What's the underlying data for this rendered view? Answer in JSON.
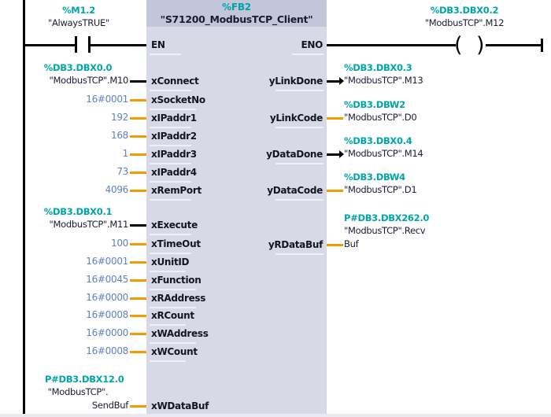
{
  "network": {
    "rail_label": "power-rail",
    "contact": {
      "address": "%M1.2",
      "symbol": "\"AlwaysTRUE\"",
      "type": "normally-open-contact"
    },
    "coil": {
      "address": "%DB3.DBX0.2",
      "symbol": "\"ModbusTCP\".M12",
      "type": "output-coil"
    }
  },
  "block": {
    "number": "%FB2",
    "name": "\"S71200_ModbusTCP_Client\"",
    "en_label": "EN",
    "eno_label": "ENO"
  },
  "inputs": [
    {
      "pin": "xConnect",
      "address": "%DB3.DBX0.0",
      "symbol": "\"ModbusTCP\".M10",
      "kind": "bool",
      "value": ""
    },
    {
      "pin": "xSocketNo",
      "address": "",
      "symbol": "",
      "kind": "word",
      "value": "16#0001"
    },
    {
      "pin": "xIPaddr1",
      "address": "",
      "symbol": "",
      "kind": "word",
      "value": "192"
    },
    {
      "pin": "xIPaddr2",
      "address": "",
      "symbol": "",
      "kind": "word",
      "value": "168"
    },
    {
      "pin": "xIPaddr3",
      "address": "",
      "symbol": "",
      "kind": "word",
      "value": "1"
    },
    {
      "pin": "xIPaddr4",
      "address": "",
      "symbol": "",
      "kind": "word",
      "value": "73"
    },
    {
      "pin": "xRemPort",
      "address": "",
      "symbol": "",
      "kind": "word",
      "value": "4096"
    },
    {
      "pin": "xExecute",
      "address": "%DB3.DBX0.1",
      "symbol": "\"ModbusTCP\".M11",
      "kind": "bool",
      "value": ""
    },
    {
      "pin": "xTimeOut",
      "address": "",
      "symbol": "",
      "kind": "word",
      "value": "100"
    },
    {
      "pin": "xUnitID",
      "address": "",
      "symbol": "",
      "kind": "word",
      "value": "16#0001"
    },
    {
      "pin": "xFunction",
      "address": "",
      "symbol": "",
      "kind": "word",
      "value": "16#0045"
    },
    {
      "pin": "xRAddress",
      "address": "",
      "symbol": "",
      "kind": "word",
      "value": "16#0000"
    },
    {
      "pin": "xRCount",
      "address": "",
      "symbol": "",
      "kind": "word",
      "value": "16#0008"
    },
    {
      "pin": "xWAddress",
      "address": "",
      "symbol": "",
      "kind": "word",
      "value": "16#0000"
    },
    {
      "pin": "xWCount",
      "address": "",
      "symbol": "",
      "kind": "word",
      "value": "16#0008"
    },
    {
      "pin": "xWDataBuf",
      "address": "P#DB3.DBX12.0",
      "symbol": "\"ModbusTCP\".",
      "symbol2": "SendBuf",
      "kind": "word",
      "value": ""
    }
  ],
  "outputs": [
    {
      "pin": "yLinkDone",
      "address": "%DB3.DBX0.3",
      "symbol": "\"ModbusTCP\".M13",
      "kind": "bool"
    },
    {
      "pin": "yLinkCode",
      "address": "%DB3.DBW2",
      "symbol": "\"ModbusTCP\".D0",
      "kind": "word"
    },
    {
      "pin": "yDataDone",
      "address": "%DB3.DBX0.4",
      "symbol": "\"ModbusTCP\".M14",
      "kind": "bool"
    },
    {
      "pin": "yDataCode",
      "address": "%DB3.DBW4",
      "symbol": "\"ModbusTCP\".D1",
      "kind": "word"
    },
    {
      "pin": "yRDataBuf",
      "address": "P#DB3.DBX262.0",
      "symbol": "\"ModbusTCP\".Recv",
      "symbol2": "Buf",
      "kind": "word"
    }
  ],
  "colors": {
    "address_text": "#00a5a8",
    "symbol_text": "#1b1b35",
    "constant_text": "#5f7fc4",
    "block_body": "#d7d9e6",
    "block_header": "#c3c6da",
    "bool_wire": "#000000",
    "word_wire": "#f49b00"
  }
}
